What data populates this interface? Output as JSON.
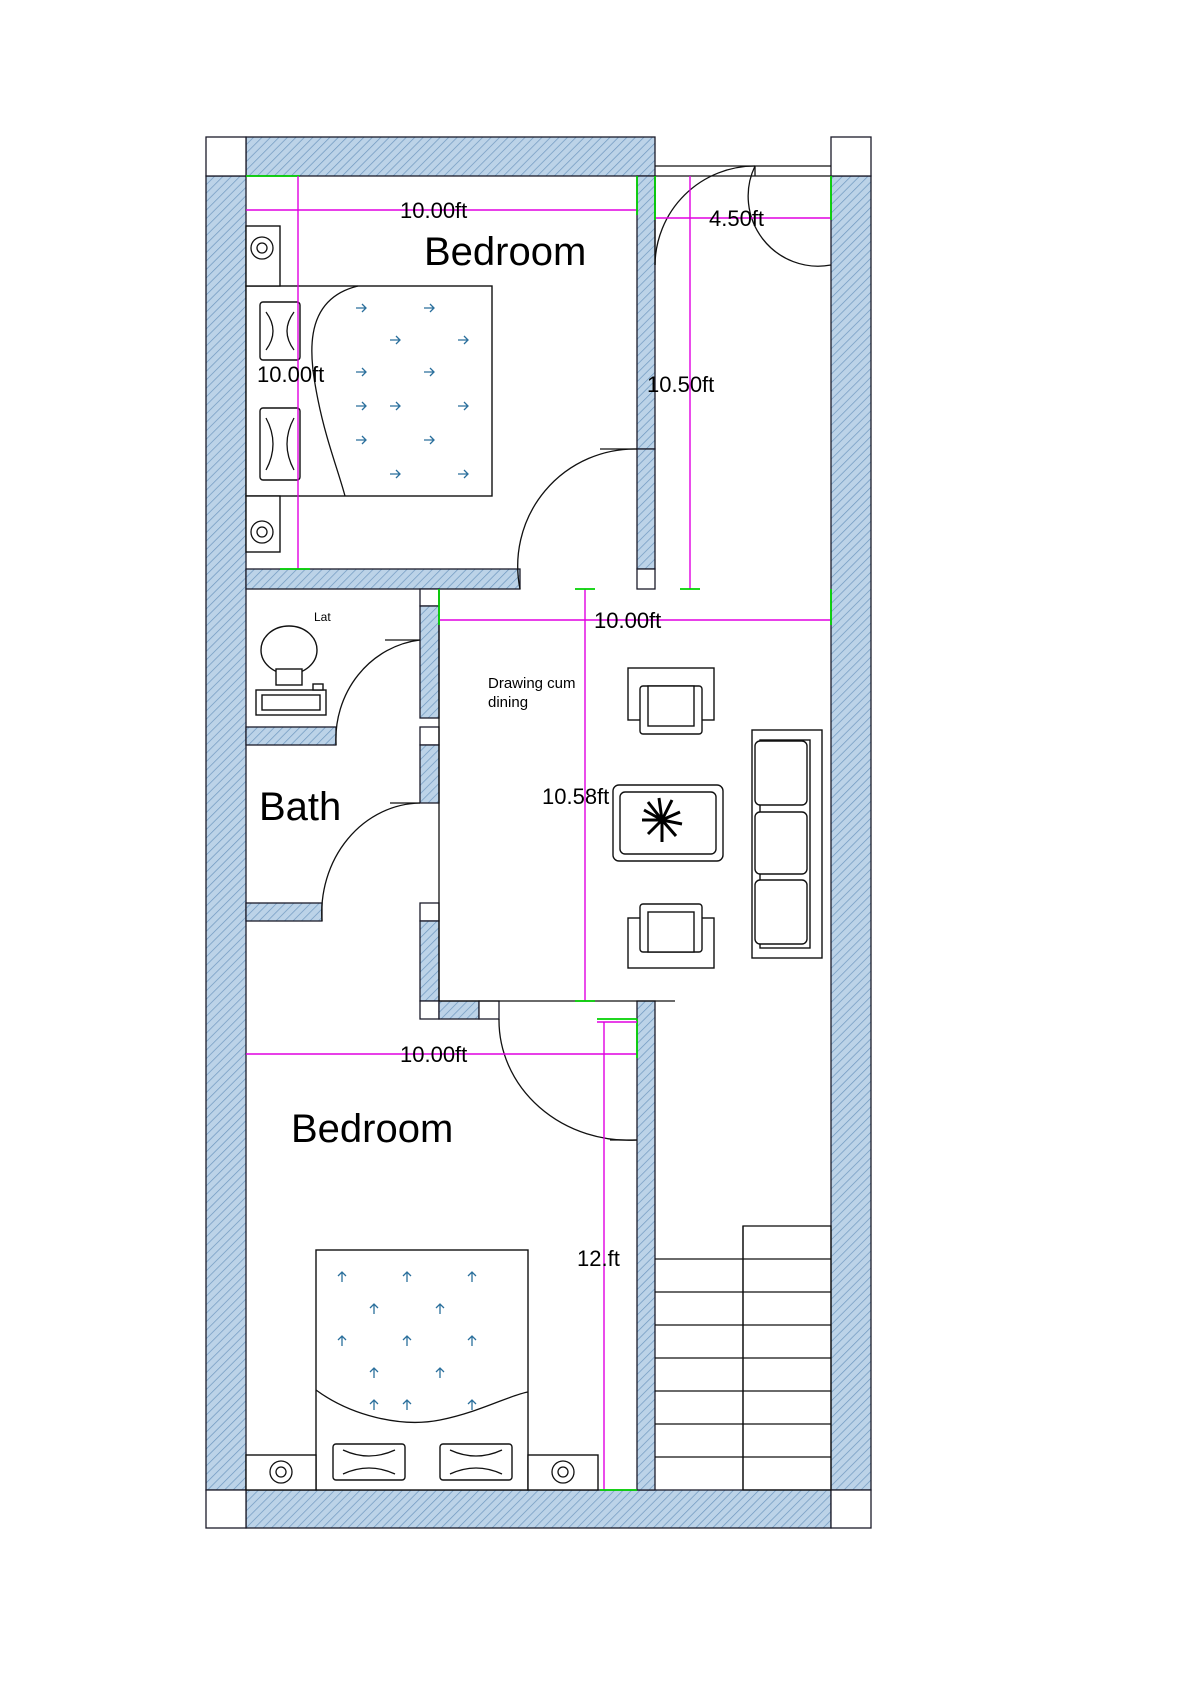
{
  "rooms": {
    "bedroom_top": "Bedroom",
    "bedroom_bottom": "Bedroom",
    "bath": "Bath",
    "lat": "Lat",
    "drawing_line1": "Drawing cum",
    "drawing_line2": "dining"
  },
  "dimensions": {
    "bedroom_top_width": "10.00ft",
    "bedroom_top_depth": "10.00ft",
    "passage_width": "4.50ft",
    "passage_depth": "10.50ft",
    "drawing_width": "10.00ft",
    "drawing_depth": "10.58ft",
    "bedroom_bottom_width": "10.00ft",
    "bedroom_bottom_depth": "12.ft"
  },
  "colors": {
    "wall_fill": "#bcd3e8",
    "wall_hatch": "#6e97bf",
    "dimension_line": "#e000e0",
    "dimension_tick": "#00d000",
    "bed_arrow": "#2a6f9c"
  },
  "icons": [
    "plant-icon",
    "toilet-icon",
    "wash-basin-icon",
    "lamp-icon"
  ]
}
